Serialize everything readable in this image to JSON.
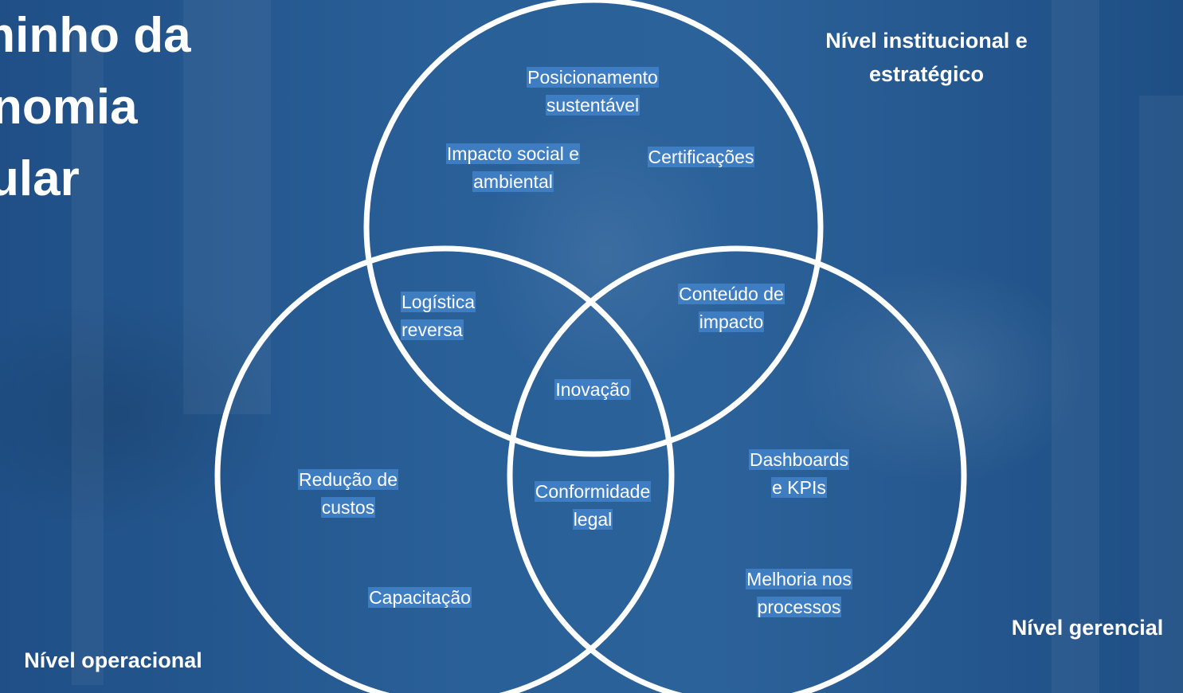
{
  "title": {
    "lines": [
      "minho da",
      "nomia",
      "ular"
    ]
  },
  "levels": {
    "institucional": [
      "Nível institucional e",
      "estratégico"
    ],
    "gerencial": "Nível gerencial",
    "operacional": "Nível operacional"
  },
  "items": {
    "posicionamento": [
      "Posicionamento",
      "sustentável"
    ],
    "impacto_social": [
      "Impacto social e",
      "ambiental"
    ],
    "certificacoes": "Certificações",
    "logistica": [
      "Logística",
      "reversa"
    ],
    "conteudo": [
      "Conteúdo de",
      "impacto"
    ],
    "inovacao": "Inovação",
    "reducao": [
      "Redução de",
      "custos"
    ],
    "conformidade": [
      "Conformidade",
      "legal"
    ],
    "dashboards": [
      "Dashboards",
      "e KPIs"
    ],
    "melhoria": [
      "Melhoria nos",
      "processos"
    ],
    "capacitacao": "Capacitação"
  },
  "colors": {
    "background": "#24588f",
    "circle_stroke": "#ffffff",
    "label_highlight": "#4282c8"
  }
}
